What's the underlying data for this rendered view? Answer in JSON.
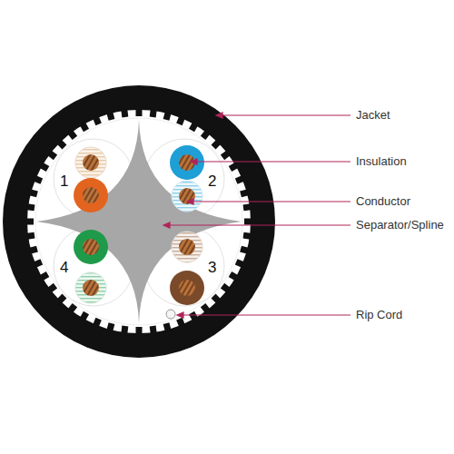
{
  "diagram": {
    "labels": [
      "1",
      "2",
      "3",
      "4",
      "Jacket",
      "Insulation",
      "Conductor",
      "Separator/Spline",
      "Rip Cord"
    ]
  }
}
